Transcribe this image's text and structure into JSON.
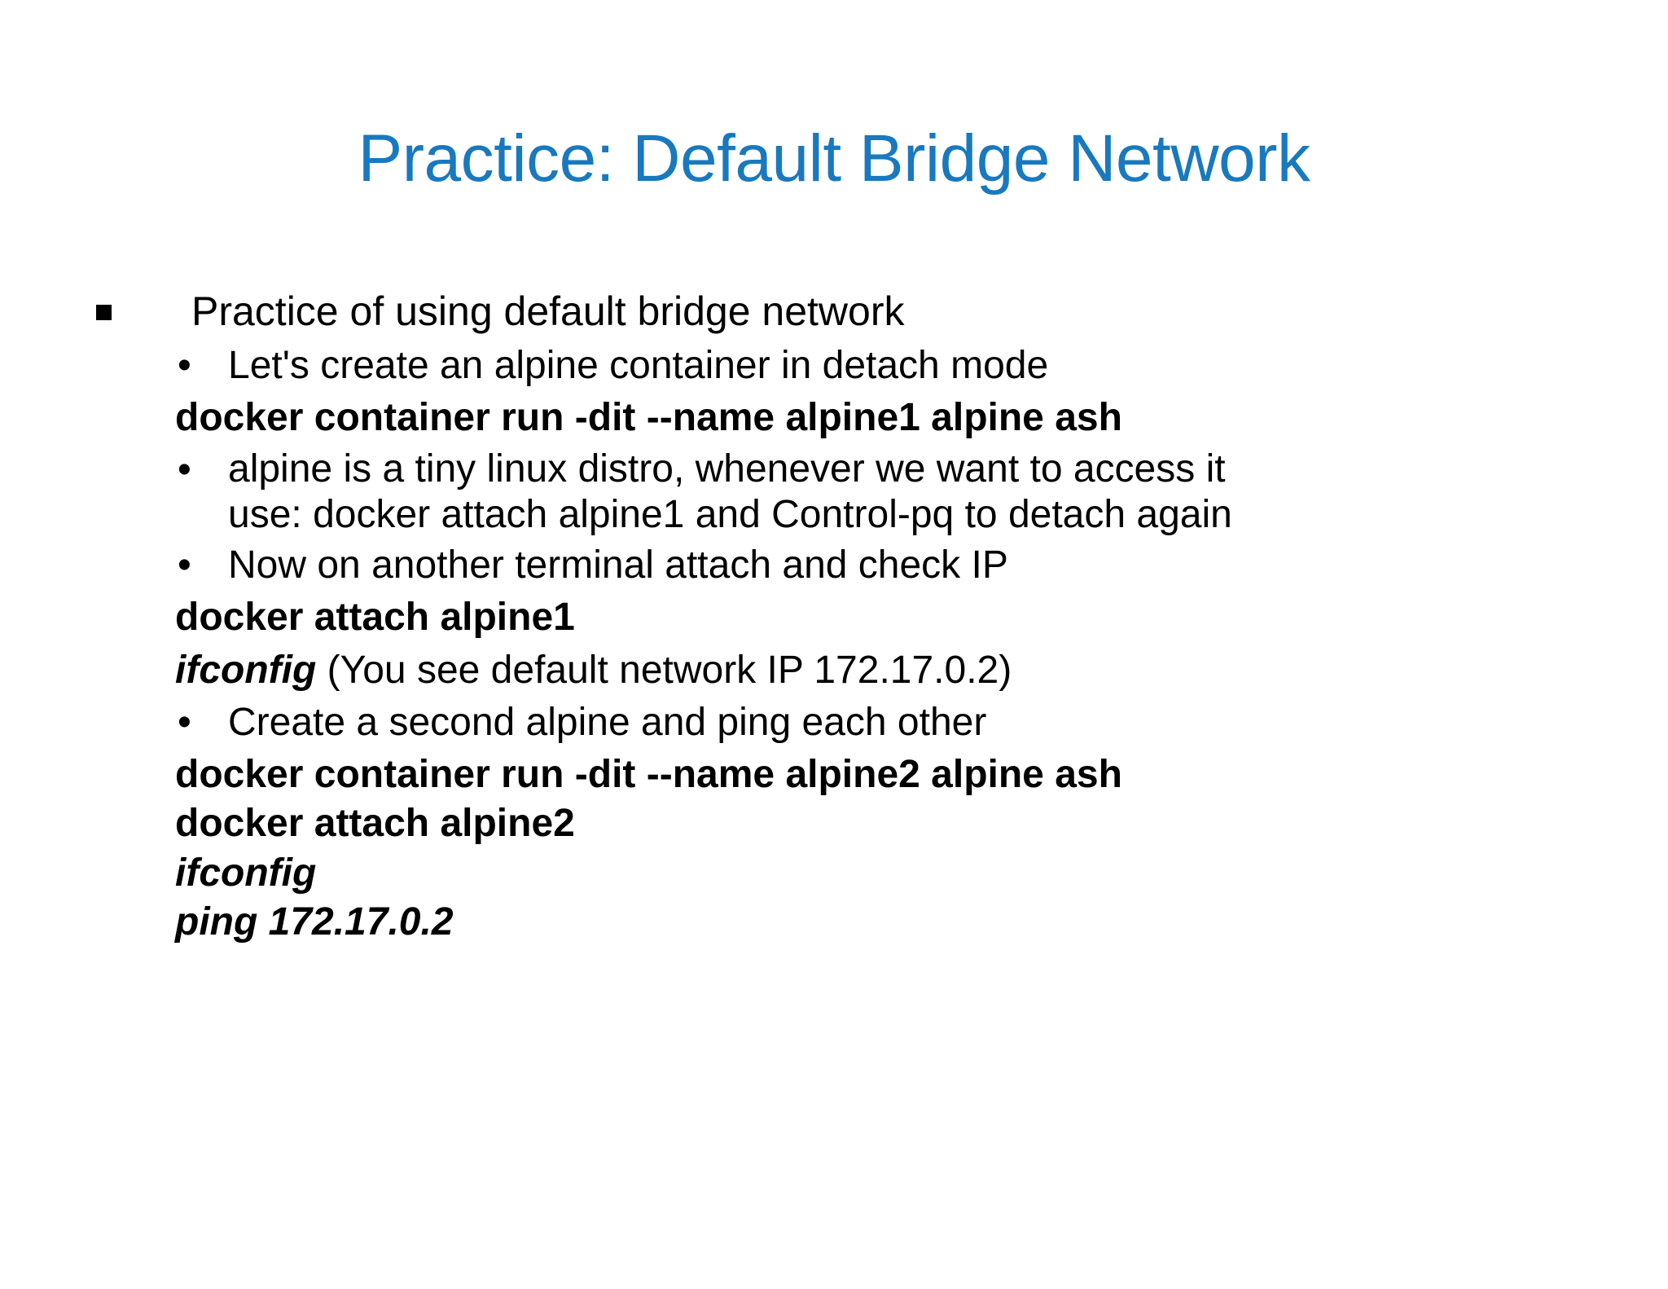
{
  "slide": {
    "title": "Practice: Default Bridge Network",
    "title_color": "#1879bf",
    "background_color": "#ffffff",
    "text_color": "#000000",
    "bullet_glyphs": {
      "level1": "square-bullet",
      "level2": "•"
    },
    "content": {
      "l1_practice": "Practice of using default bridge network",
      "l2_create_alpine": "Let's create an alpine container in detach mode",
      "cmd_run_alpine1": "docker container run -dit --name alpine1 alpine ash",
      "l2_alpine_distro_line1": "alpine is a tiny linux distro, whenever we want to access it",
      "l2_alpine_distro_line2": "use: docker attach alpine1 and Control-pq to detach again",
      "l2_another_terminal": "Now on another terminal attach and check IP",
      "cmd_attach_alpine1": "docker attach alpine1",
      "cmd_ifconfig_1": "ifconfig",
      "ifconfig_note": " (You see default network IP 172.17.0.2)",
      "l2_second_alpine": "Create a second alpine and ping each other",
      "cmd_run_alpine2": "docker container run -dit --name alpine2 alpine ash",
      "cmd_attach_alpine2": "docker attach alpine2",
      "cmd_ifconfig_2": "ifconfig",
      "cmd_ping": "ping 172.17.0.2"
    }
  }
}
